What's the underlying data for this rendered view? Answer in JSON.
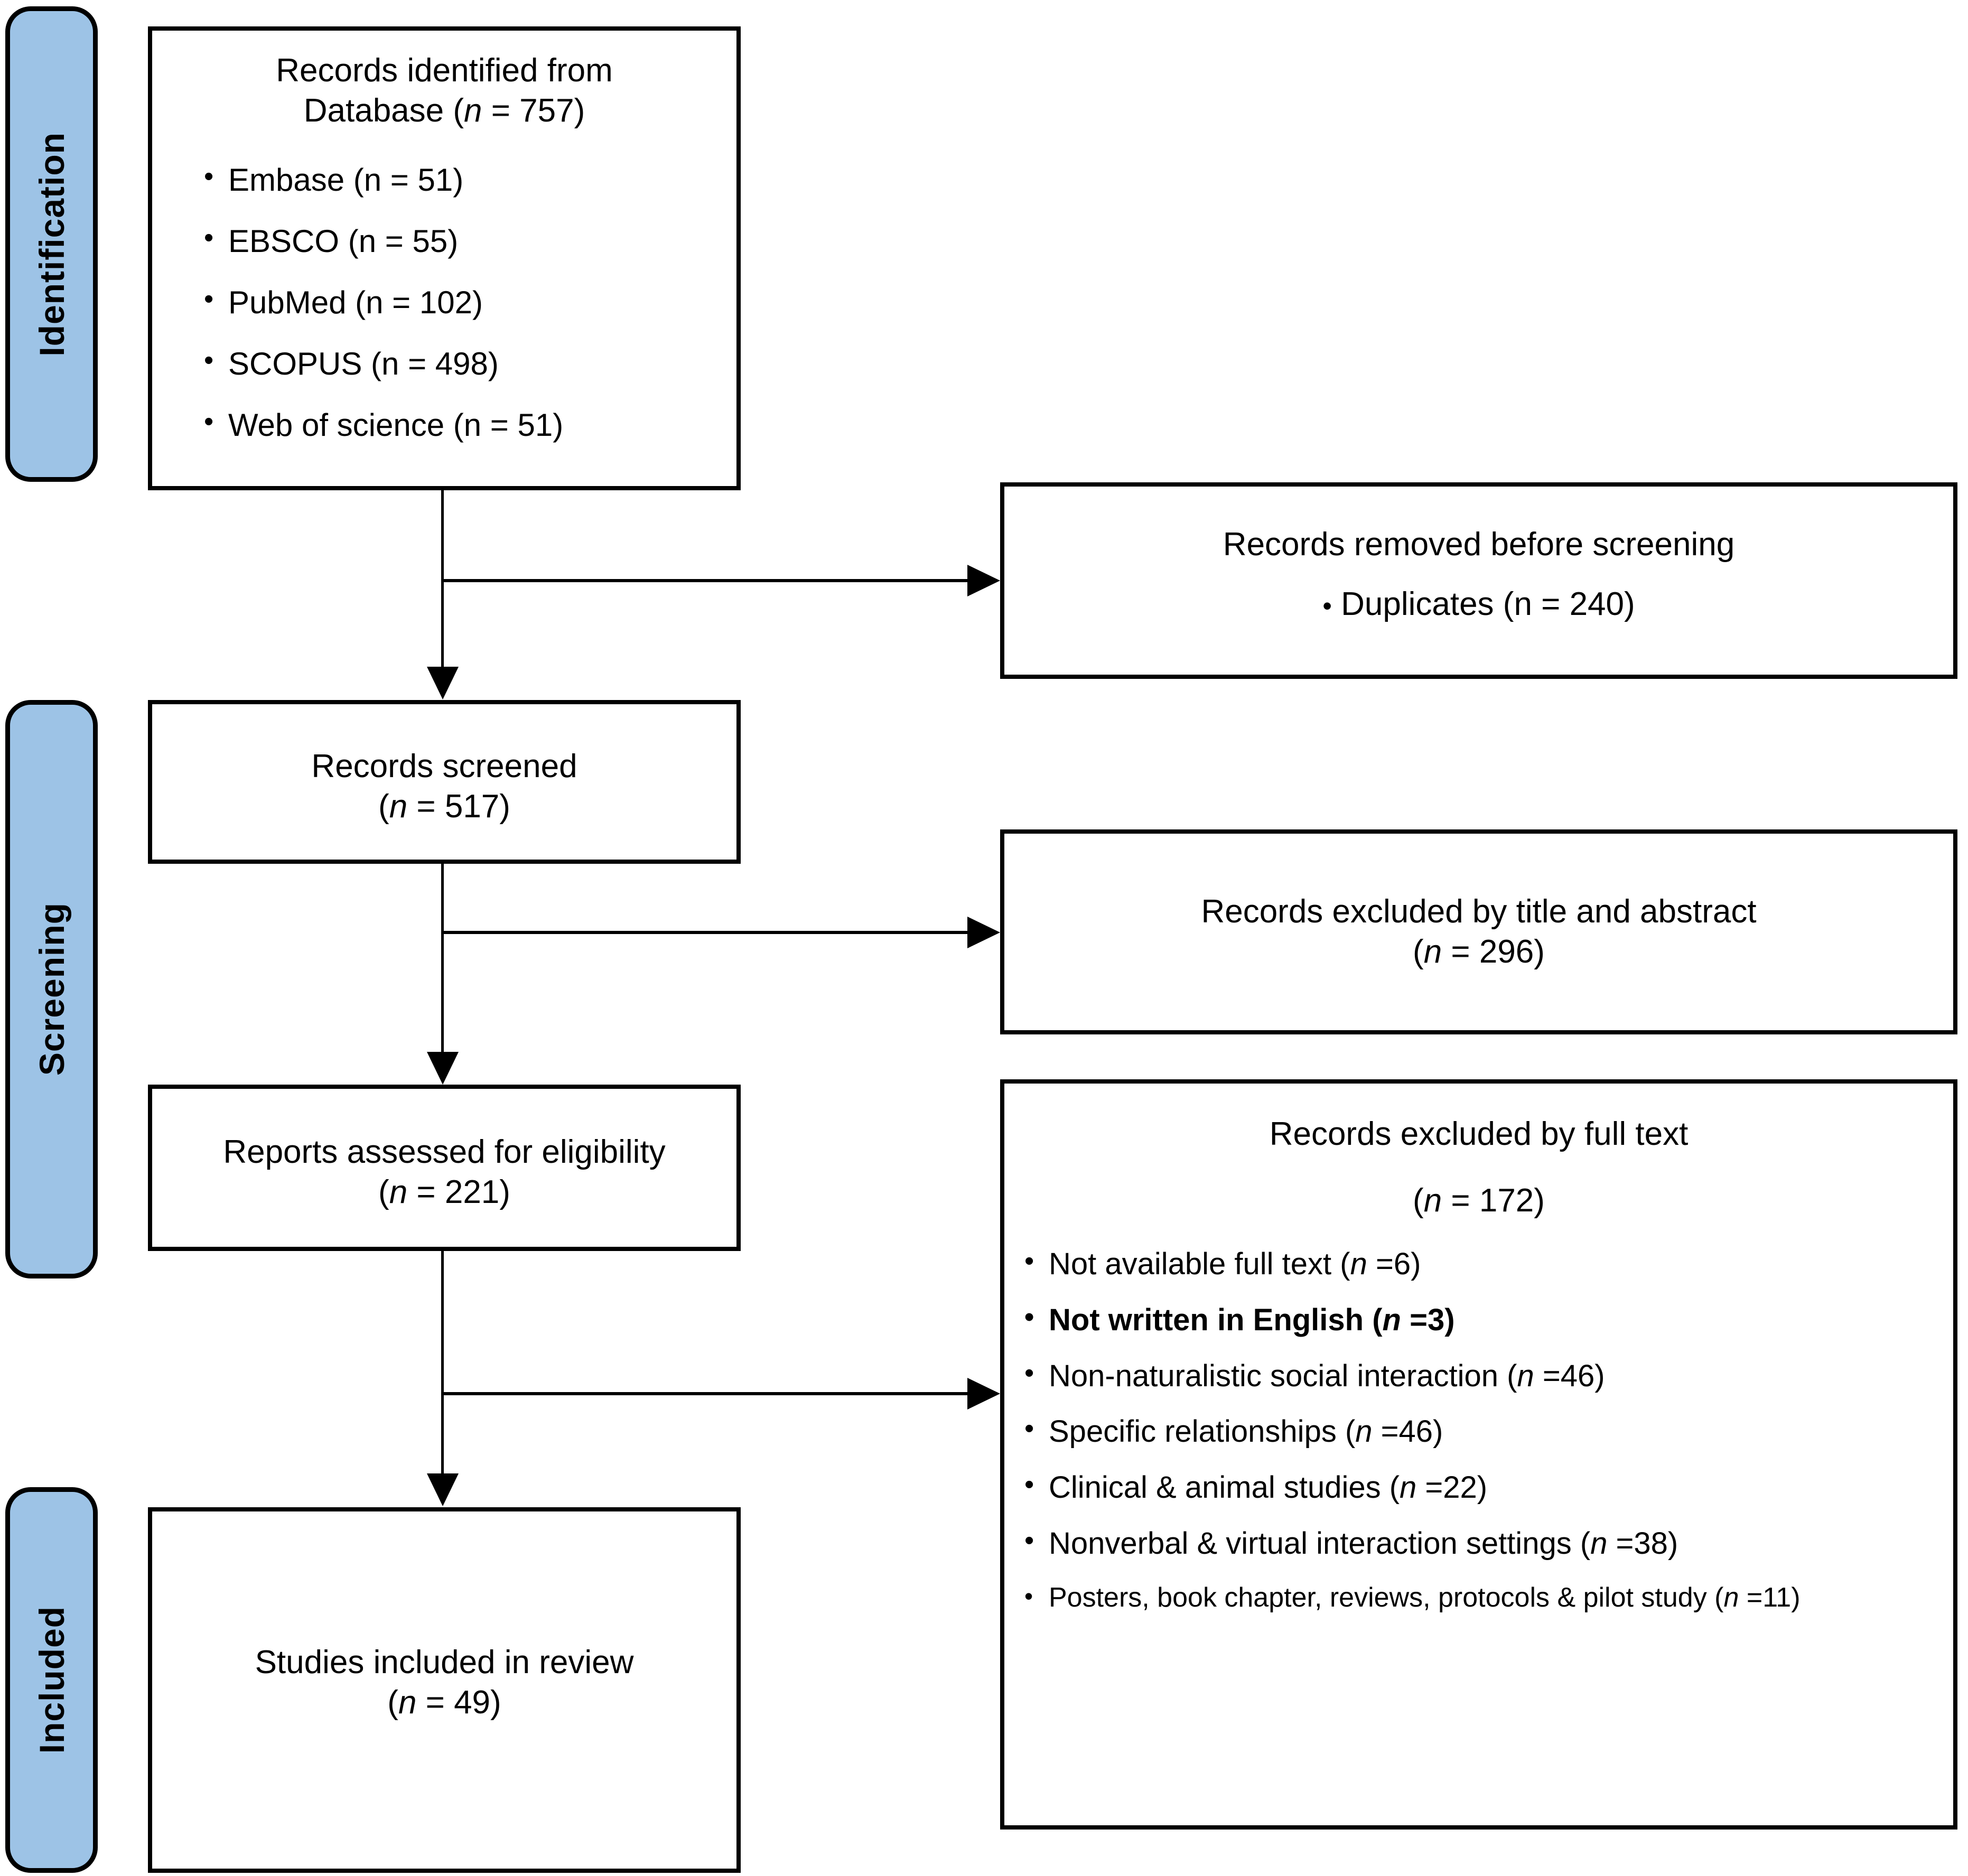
{
  "diagram": {
    "type": "PRISMA flow diagram",
    "phases": [
      {
        "id": "identification",
        "label": "Identification"
      },
      {
        "id": "screening",
        "label": "Screening"
      },
      {
        "id": "included",
        "label": "Included"
      }
    ],
    "boxes": {
      "records_identified": {
        "title_line1": "Records identified from",
        "title_line2_pre": "Database (",
        "title_line2_ital": "n",
        "title_line2_post": " = 757)",
        "sources": [
          "Embase (n = 51)",
          "EBSCO (n = 55)",
          "PubMed (n = 102)",
          "SCOPUS (n = 498)",
          "Web of science (n = 51)"
        ]
      },
      "records_removed": {
        "title": "Records removed before screening",
        "bullet_pre": "Duplicates (",
        "bullet_ital": "n",
        "bullet_post": " = 240)"
      },
      "records_screened": {
        "title": "Records screened",
        "count_pre": "(",
        "count_ital": "n",
        "count_post": " = 517)"
      },
      "records_excluded_title_abstract": {
        "title": "Records excluded by title and abstract",
        "count_pre": "(",
        "count_ital": "n",
        "count_post": " = 296)"
      },
      "reports_assessed": {
        "title": "Reports assessed for eligibility",
        "count_pre": "(",
        "count_ital": "n",
        "count_post": " = 221)"
      },
      "records_excluded_full_text": {
        "title": "Records excluded by full text",
        "count_pre": "(",
        "count_ital": "n",
        "count_post": " = 172)",
        "reasons": [
          {
            "text_pre": "Not available full text (",
            "ital": "n",
            "text_post": " =6)",
            "bold": false
          },
          {
            "text_pre": "Not written in English (",
            "ital": "n",
            "text_post": " =3)",
            "bold": true
          },
          {
            "text_pre": "Non-naturalistic social interaction  (",
            "ital": "n",
            "text_post": " =46)",
            "bold": false
          },
          {
            "text_pre": "Specific relationships (",
            "ital": "n",
            "text_post": " =46)",
            "bold": false
          },
          {
            "text_pre": "Clinical & animal studies  (",
            "ital": "n",
            "text_post": " =22)",
            "bold": false
          },
          {
            "text_pre": "Nonverbal & virtual interaction settings  (",
            "ital": "n",
            "text_post": " =38)",
            "bold": false
          },
          {
            "text_pre": "Posters, book chapter, reviews, protocols & pilot study (",
            "ital": "n",
            "text_post": " =11)",
            "bold": false
          }
        ]
      },
      "studies_included": {
        "title": "Studies included in review",
        "count_pre": "(",
        "count_ital": "n",
        "count_post": " = 49)"
      }
    },
    "colors": {
      "phase_bar_fill": "#9DC3E6",
      "stroke": "#000000",
      "background": "#ffffff"
    }
  }
}
